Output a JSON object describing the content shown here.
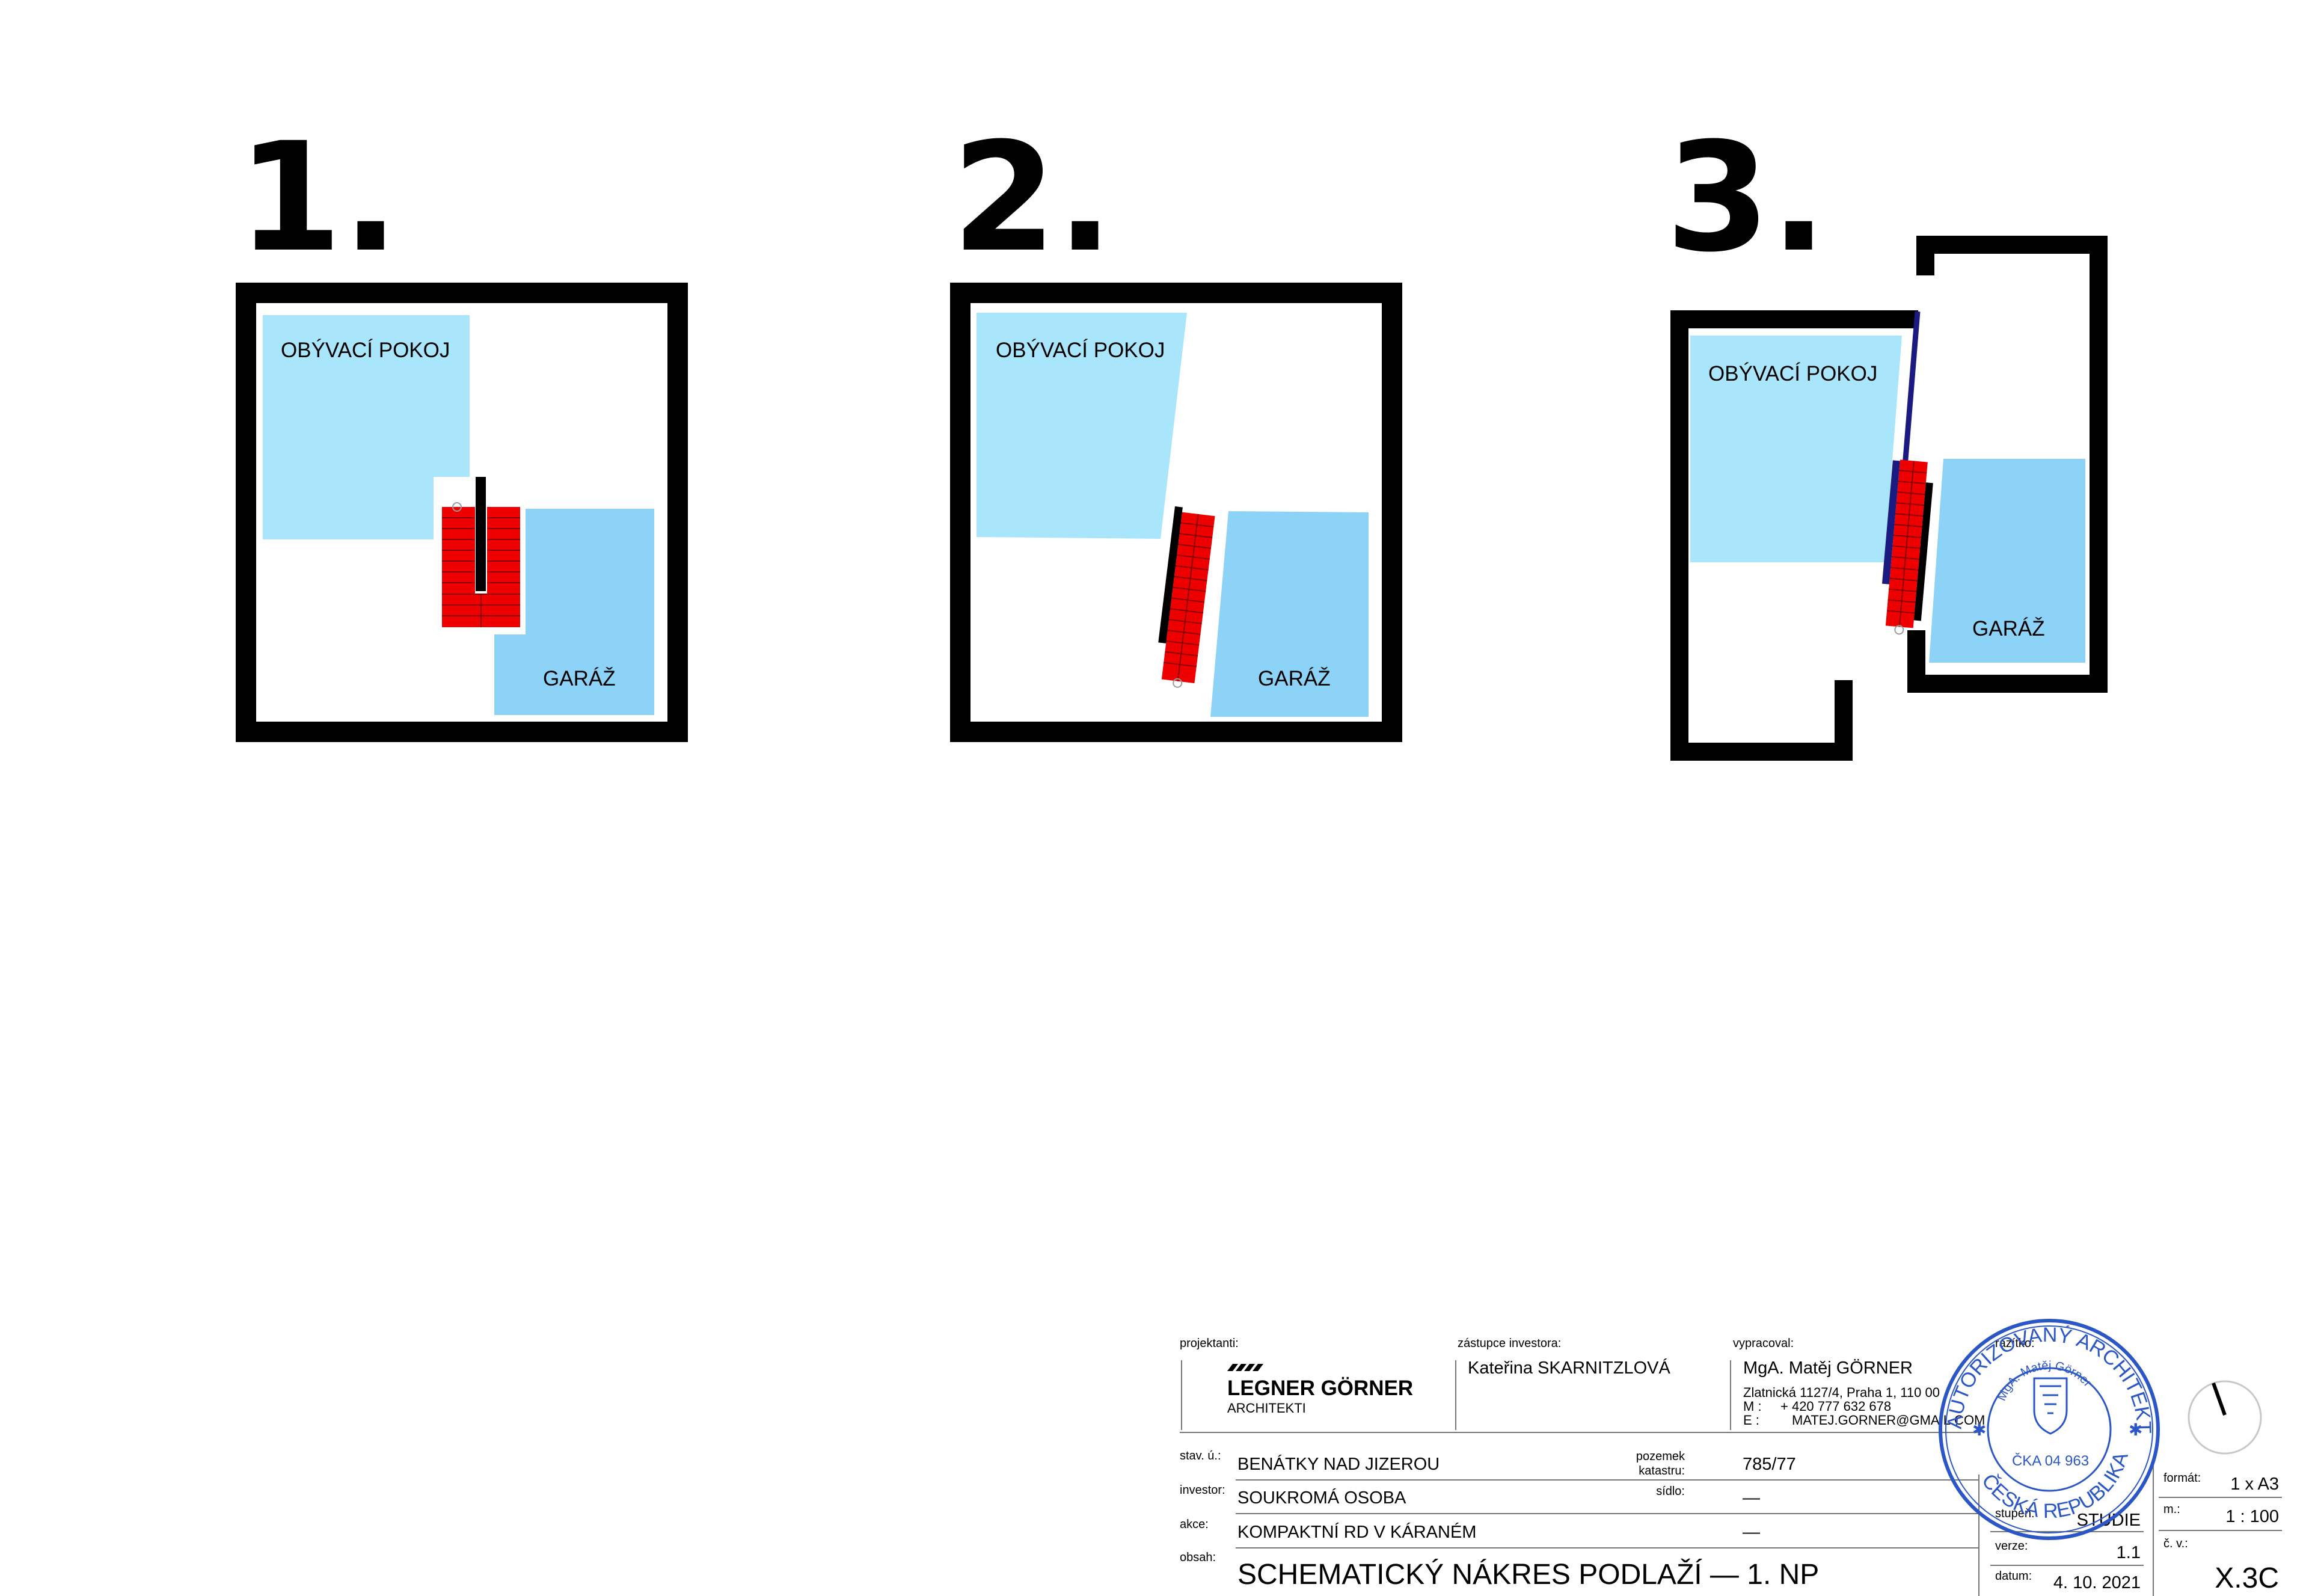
{
  "schemes": [
    {
      "number": "1.",
      "living_room": "OBÝVACÍ POKOJ",
      "garage": "GARÁŽ"
    },
    {
      "number": "2.",
      "living_room": "OBÝVACÍ POKOJ",
      "garage": "GARÁŽ"
    },
    {
      "number": "3.",
      "living_room": "OBÝVACÍ POKOJ",
      "garage": "GARÁŽ"
    }
  ],
  "colors": {
    "living_room": "#a9e6fc",
    "garage": "#8dd3f8",
    "stairs": "#ee0000",
    "walls": "#000000",
    "stamp": "#2a56c6"
  },
  "title_block": {
    "projektanti_label": "projektanti:",
    "studio_name": "LEGNER GÖRNER",
    "studio_sub": "ARCHITEKTI",
    "zastupce_label": "zástupce investora:",
    "zastupce": "Kateřina SKARNITZLOVÁ",
    "vypracoval_label": "vypracoval:",
    "vypracoval": "MgA. Matěj GÖRNER",
    "address": "Zlatnická 1127/4, Praha 1, 110 00",
    "phone_label": "M :",
    "phone": "+ 420 777 632 678",
    "email_label": "E :",
    "email": "MATEJ.GORNER@GMAIL.COM",
    "razitko_label": "razítko:",
    "stav_label": "stav. ú.:",
    "stav": "BENÁTKY NAD JIZEROU",
    "pozemek_label_1": "pozemek",
    "pozemek_label_2": "katastru:",
    "pozemek": "785/77",
    "investor_label": "investor:",
    "investor": "SOUKROMÁ OSOBA",
    "sidlo_label": "sídlo:",
    "sidlo": "—",
    "akce_label": "akce:",
    "akce": "KOMPAKTNÍ RD V KÁRANÉM",
    "akce_extra": "—",
    "obsah_label": "obsah:",
    "obsah": "SCHEMATICKÝ NÁKRES PODLAŽÍ — 1. NP",
    "stupen_label": "stupeň:",
    "stupen": "STUDIE",
    "verze_label": "verze:",
    "verze": "1.1",
    "datum_label": "datum:",
    "datum": "4. 10. 2021",
    "format_label": "formát:",
    "format": "1 x A3",
    "meritko_label": "m.:",
    "meritko": "1 : 100",
    "cv_label": "č. v.:",
    "cv": "X.3C"
  },
  "stamp": {
    "outer_text": "AUTORIZOVANÝ ARCHITEKT (A1)",
    "inner_name": "MgA. Matěj Görner",
    "bottom_text": "ČESKÁ REPUBLIKA",
    "number": "ČKA 04 963"
  }
}
